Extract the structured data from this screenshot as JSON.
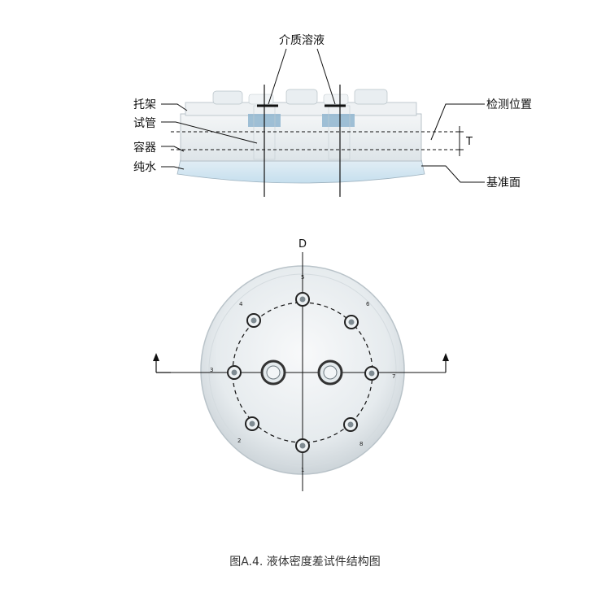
{
  "side_view": {
    "labels": {
      "medium_solution": "介质溶液",
      "holder": "托架",
      "test_tube": "试管",
      "container": "容器",
      "pure_water": "纯水",
      "detection_position": "检测位置",
      "reference_plane": "基准面",
      "thickness": "T"
    }
  },
  "top_view": {
    "direction_label": "D",
    "position_numbers": [
      "1",
      "2",
      "3",
      "4",
      "5",
      "6",
      "7",
      "8"
    ]
  },
  "caption": "图A.4.  液体密度差试件结构图",
  "colors": {
    "line": "#111111",
    "label": "#111111",
    "caption": "#333333",
    "water": "#cfe6f3",
    "tube_blue": "#8fb5cf",
    "acrylic": "#e7ecef"
  }
}
